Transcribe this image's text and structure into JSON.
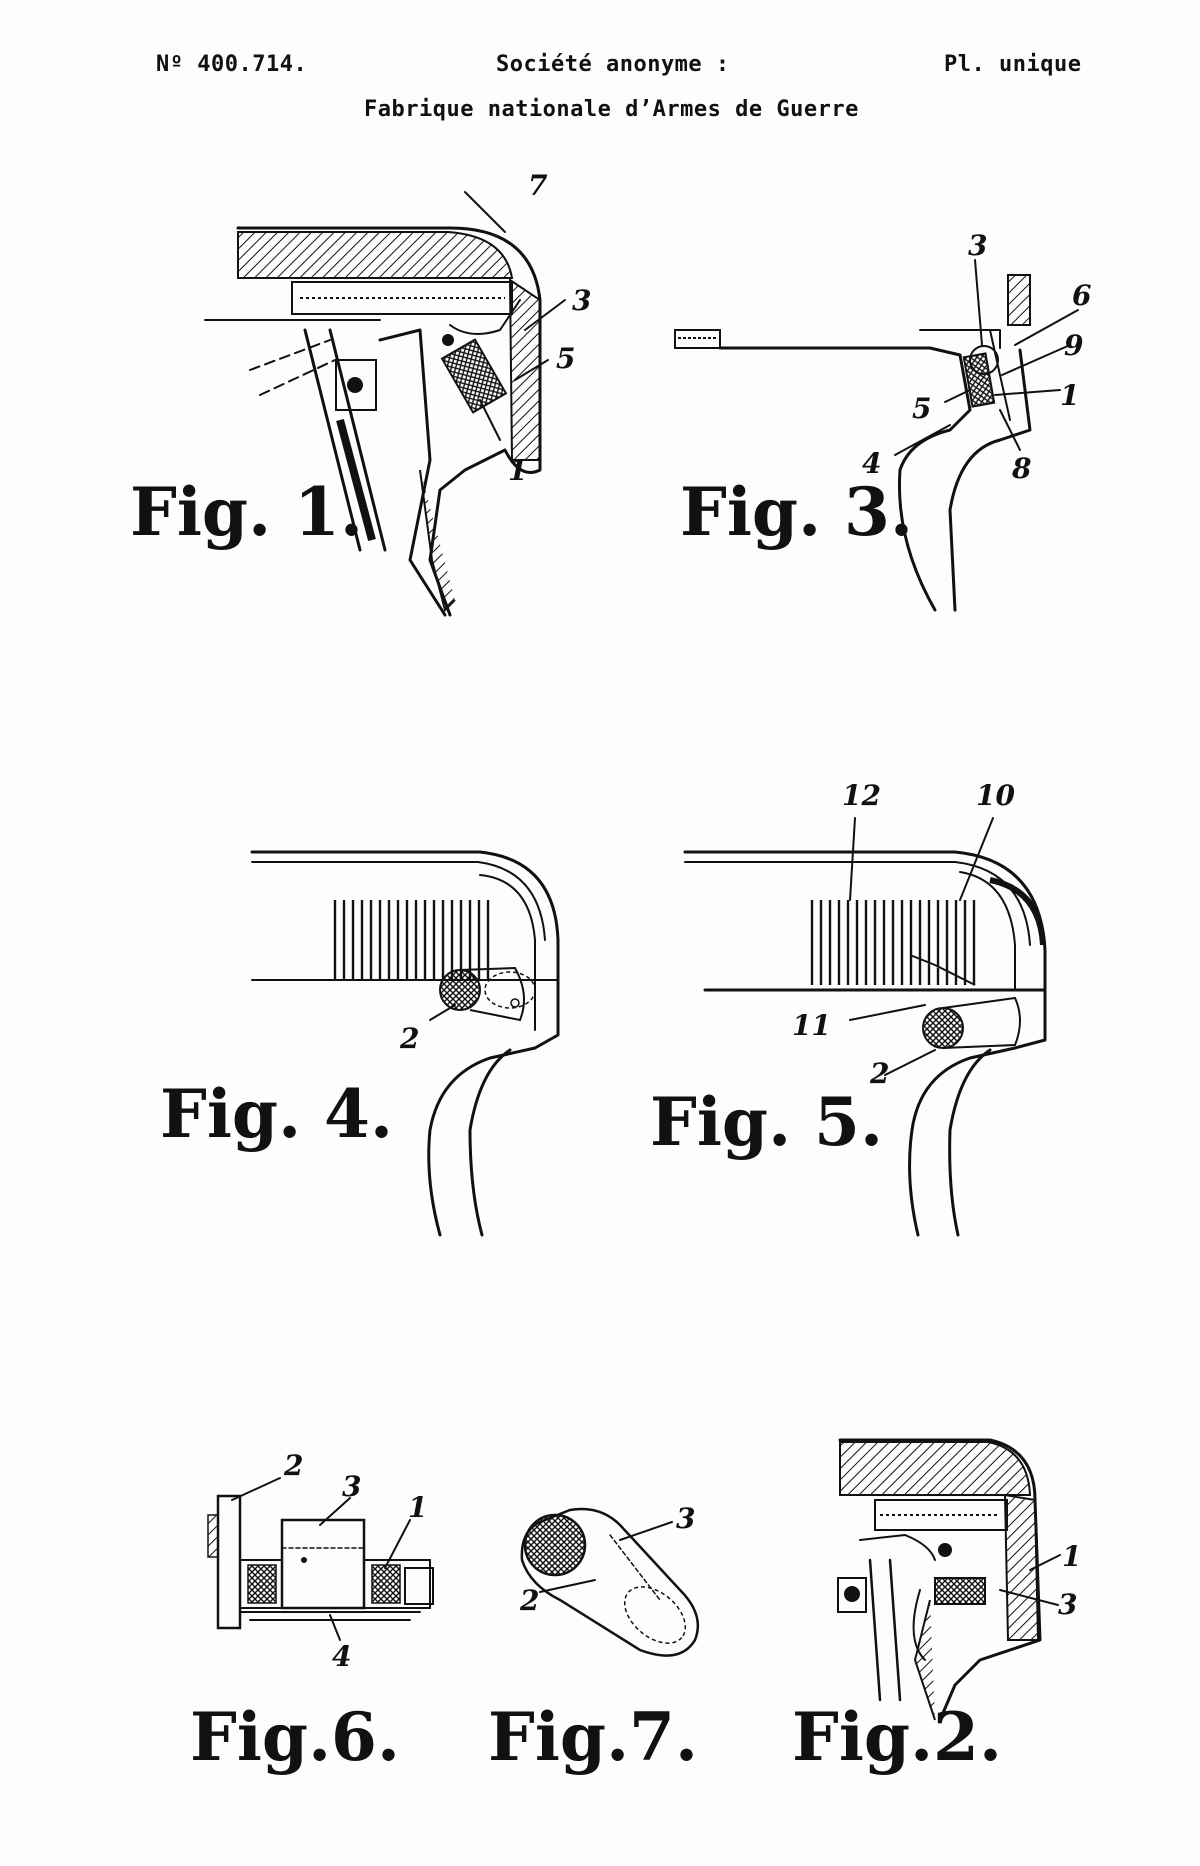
{
  "header": {
    "number": "Nº 400.714.",
    "company": "Société anonyme :",
    "plate": "Pl. unique",
    "factory": "Fabrique nationale d’Armes de Guerre"
  },
  "figures": [
    {
      "id": "fig1",
      "label": "Fig. 1.",
      "refs": [
        "7",
        "3",
        "5",
        "1"
      ]
    },
    {
      "id": "fig3",
      "label": "Fig. 3.",
      "refs": [
        "3",
        "6",
        "9",
        "5",
        "1",
        "4",
        "8"
      ]
    },
    {
      "id": "fig4",
      "label": "Fig. 4.",
      "refs": [
        "2"
      ]
    },
    {
      "id": "fig5",
      "label": "Fig. 5.",
      "refs": [
        "12",
        "10",
        "11",
        "2"
      ]
    },
    {
      "id": "fig6",
      "label": "Fig.6.",
      "refs": [
        "2",
        "3",
        "1",
        "4"
      ]
    },
    {
      "id": "fig7",
      "label": "Fig.7.",
      "refs": [
        "3",
        "2"
      ]
    },
    {
      "id": "fig2",
      "label": "Fig.2.",
      "refs": [
        "1",
        "3"
      ]
    }
  ],
  "colors": {
    "ink": "#111111",
    "paper": "#fdfdfd"
  }
}
